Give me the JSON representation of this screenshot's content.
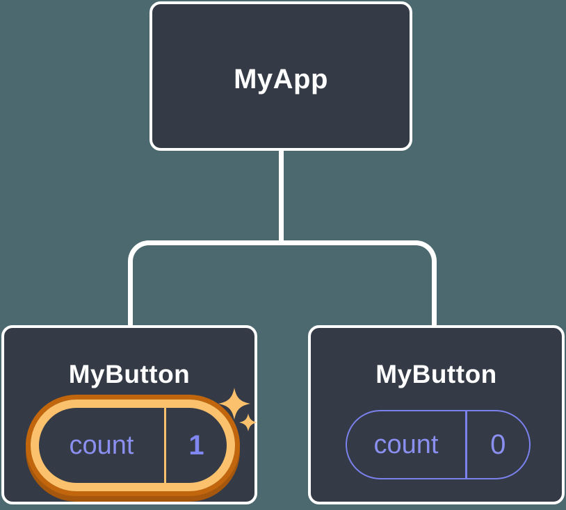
{
  "diagram": {
    "description": "React component tree diagram",
    "root": {
      "label": "MyApp"
    },
    "children": [
      {
        "label": "MyButton",
        "state": {
          "name": "count",
          "value": "1"
        },
        "highlighted": true
      },
      {
        "label": "MyButton",
        "state": {
          "name": "count",
          "value": "0"
        },
        "highlighted": false
      }
    ],
    "colors": {
      "background": "#4d6970",
      "node_fill": "#343a46",
      "node_border": "#ffffff",
      "connector": "#ffffff",
      "state_text_purple": "#8a8ff0",
      "state_border_purple": "#7b82ee",
      "highlight_light_orange": "#fbc16c",
      "highlight_dark_orange": "#c2660d",
      "highlight_shadow_orange": "#a5570e"
    }
  }
}
